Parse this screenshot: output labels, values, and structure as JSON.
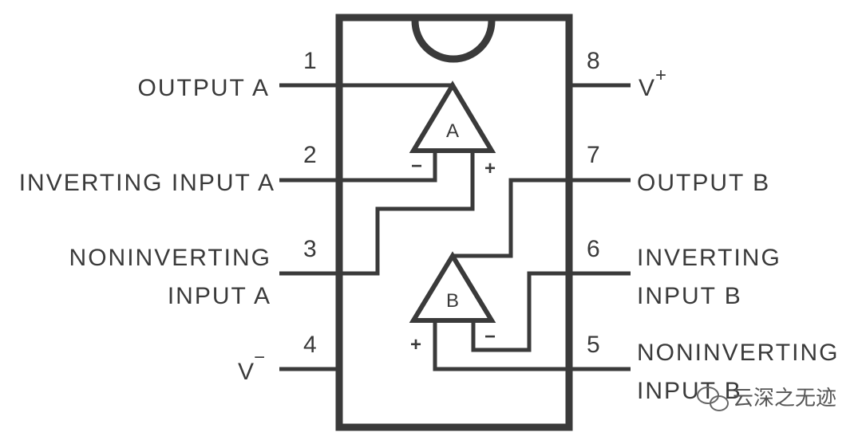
{
  "pins": [
    {
      "number": "1",
      "label": "OUTPUT A"
    },
    {
      "number": "2",
      "label": "INVERTING INPUT A"
    },
    {
      "number": "3",
      "label_line1": "NONINVERTING",
      "label_line2": "INPUT A"
    },
    {
      "number": "4",
      "label": "V",
      "label_sup": "−"
    },
    {
      "number": "5",
      "label_line1": "NONINVERTING",
      "label_line2": "INPUT B"
    },
    {
      "number": "6",
      "label_line1": "INVERTING",
      "label_line2": "INPUT B"
    },
    {
      "number": "7",
      "label": "OUTPUT B"
    },
    {
      "number": "8",
      "label": "V",
      "label_sup": "+"
    }
  ],
  "amplifiers": {
    "a": {
      "name": "A",
      "minus": "−",
      "plus": "+"
    },
    "b": {
      "name": "B",
      "minus": "−",
      "plus": "+"
    }
  },
  "watermark": {
    "text": "云深之无迹"
  },
  "colors": {
    "line": "#3a3a3a",
    "background": "#ffffff"
  }
}
